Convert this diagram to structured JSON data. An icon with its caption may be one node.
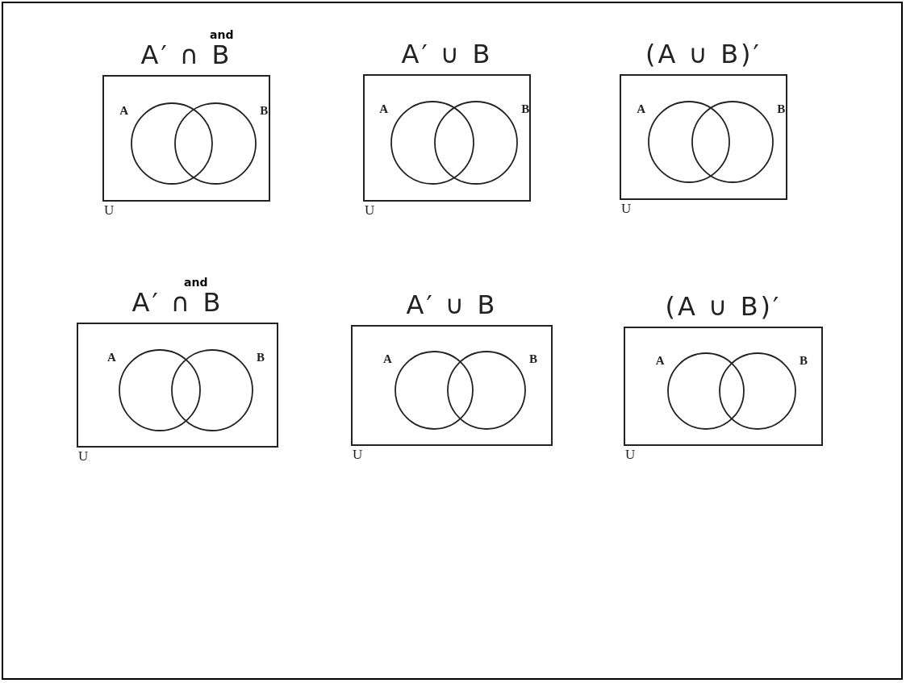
{
  "diagram": {
    "nodes": [
      {
        "text": [
          "A′ ∩ B"
        ],
        "beside": [
          "U"
        ]
      },
      {
        "text": [
          "A"
        ],
        "in": 0
      },
      {
        "text": [
          "B"
        ],
        "in": 0
      },
      {
        "text": [
          "A′ ∪ B"
        ],
        "beside": [
          "U"
        ]
      },
      {
        "text": [
          "A"
        ],
        "in": 3
      },
      {
        "text": [
          "B"
        ],
        "in": 3
      },
      {
        "text": [
          "(A ∪ B)′"
        ],
        "beside": [
          "U"
        ]
      },
      {
        "text": [
          "A"
        ],
        "in": 6
      },
      {
        "text": [
          "B"
        ],
        "in": 6
      },
      {
        "text": [
          "A′ ∩ B"
        ],
        "beside": [
          "U"
        ]
      },
      {
        "text": [
          "A"
        ],
        "in": 9
      },
      {
        "text": [
          "B"
        ],
        "in": 9
      },
      {
        "text": [
          "A′ ∪ B"
        ],
        "beside": [
          "U"
        ]
      },
      {
        "text": [
          "A"
        ],
        "in": 12
      },
      {
        "text": [
          "B"
        ],
        "in": 12
      },
      {
        "text": [
          "(A ∪ B)′"
        ],
        "beside": [
          "U"
        ]
      },
      {
        "text": [
          "A"
        ],
        "in": 15
      },
      {
        "text": [
          "B"
        ],
        "in": 15
      }
    ],
    "labels": [
      "and",
      "and"
    ]
  }
}
